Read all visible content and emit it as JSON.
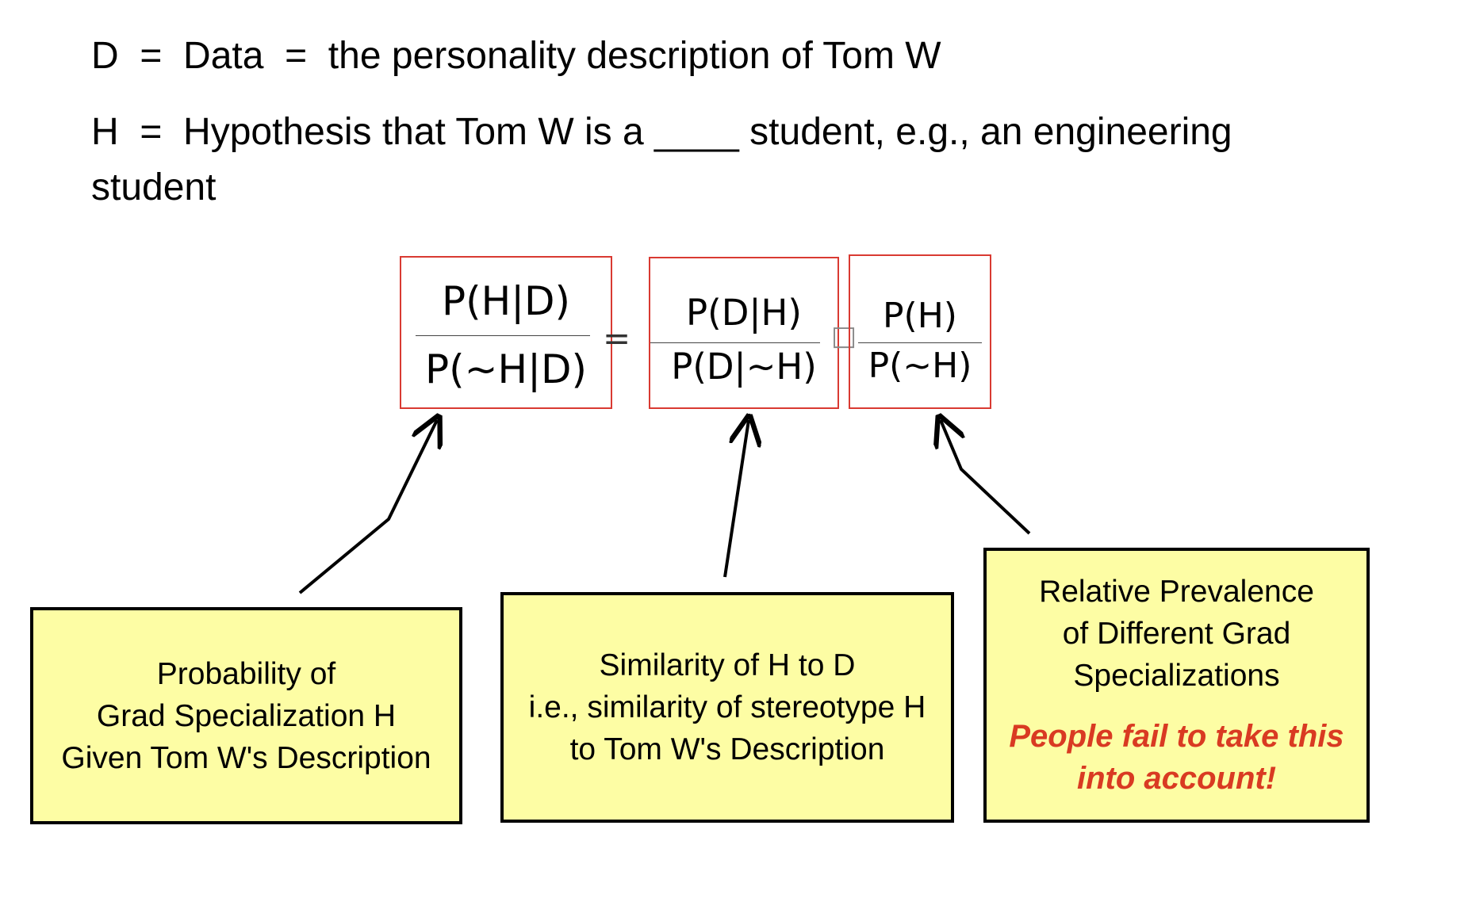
{
  "definitions": {
    "d_line": "D  =  Data  =  the personality description of Tom W",
    "h_line": "H  =  Hypothesis that Tom W is a ____ student, e.g., an engineering student"
  },
  "formula": {
    "left_num": "P(H|D)",
    "left_den": "P(~H|D)",
    "equals": "=",
    "mid_num": "P(D|H)",
    "mid_den": "P(D|~H)",
    "times": "□",
    "right_num": "P(H)",
    "right_den": "P(~H)"
  },
  "boxes": {
    "posterior": {
      "lines": [
        "Probability of",
        "Grad Specialization H",
        "Given Tom W's Description"
      ]
    },
    "likelihood": {
      "lines": [
        "Similarity of H to D",
        "i.e., similarity of stereotype H",
        "to Tom W's Description"
      ]
    },
    "prior": {
      "lines": [
        "Relative Prevalence",
        "of Different Grad",
        "Specializations"
      ],
      "emphasis": [
        "People fail to take this",
        "into account!"
      ]
    }
  },
  "colors": {
    "box_fill": "#fdfda4",
    "formula_border": "#d93a32",
    "emphasis": "#d93a22"
  }
}
